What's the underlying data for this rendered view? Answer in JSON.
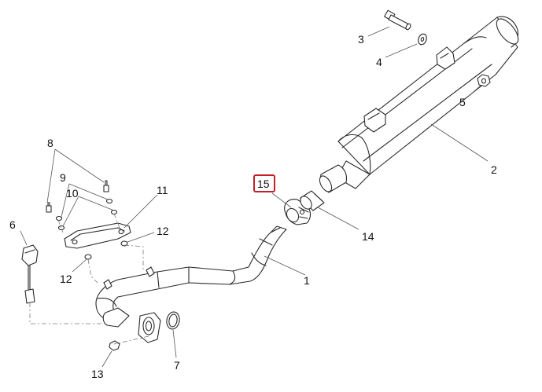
{
  "callouts": {
    "p1": "1",
    "p2": "2",
    "p3": "3",
    "p4": "4",
    "p5": "5",
    "p6": "6",
    "p7": "7",
    "p8": "8",
    "p9": "9",
    "p10": "10",
    "p11": "11",
    "p12a": "12",
    "p12b": "12",
    "p13": "13",
    "p14": "14",
    "p15": "15"
  },
  "highlight": {
    "part": "15",
    "color": "#c41e2a"
  }
}
